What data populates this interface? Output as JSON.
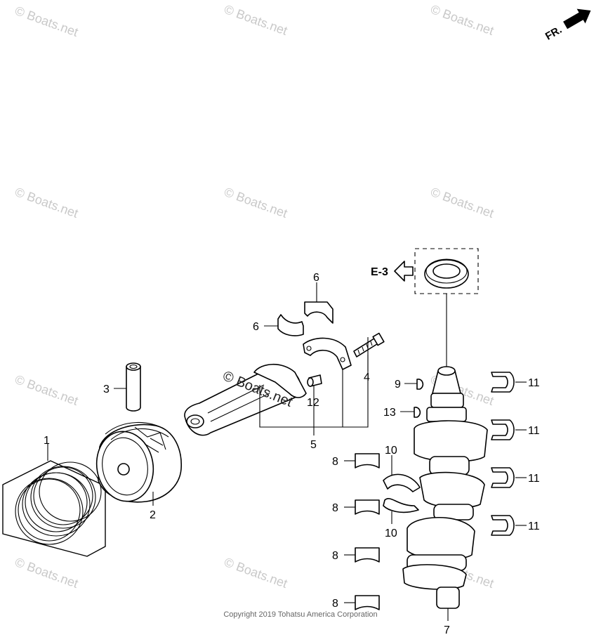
{
  "watermark_text": "© Boats.net",
  "center_watermark_text": "© Boats.net",
  "direction_label": "FR.",
  "reference_label": "E-3",
  "copyright": "Copyright 2019 Tohatsu America Corporation",
  "callouts": {
    "c1": "1",
    "c2": "2",
    "c3": "3",
    "c4": "4",
    "c5": "5",
    "c6a": "6",
    "c6b": "6",
    "c7": "7",
    "c8a": "8",
    "c8b": "8",
    "c8c": "8",
    "c8d": "8",
    "c9": "9",
    "c10a": "10",
    "c10b": "10",
    "c11a": "11",
    "c11b": "11",
    "c11c": "11",
    "c11d": "11",
    "c12": "12",
    "c13": "13"
  }
}
